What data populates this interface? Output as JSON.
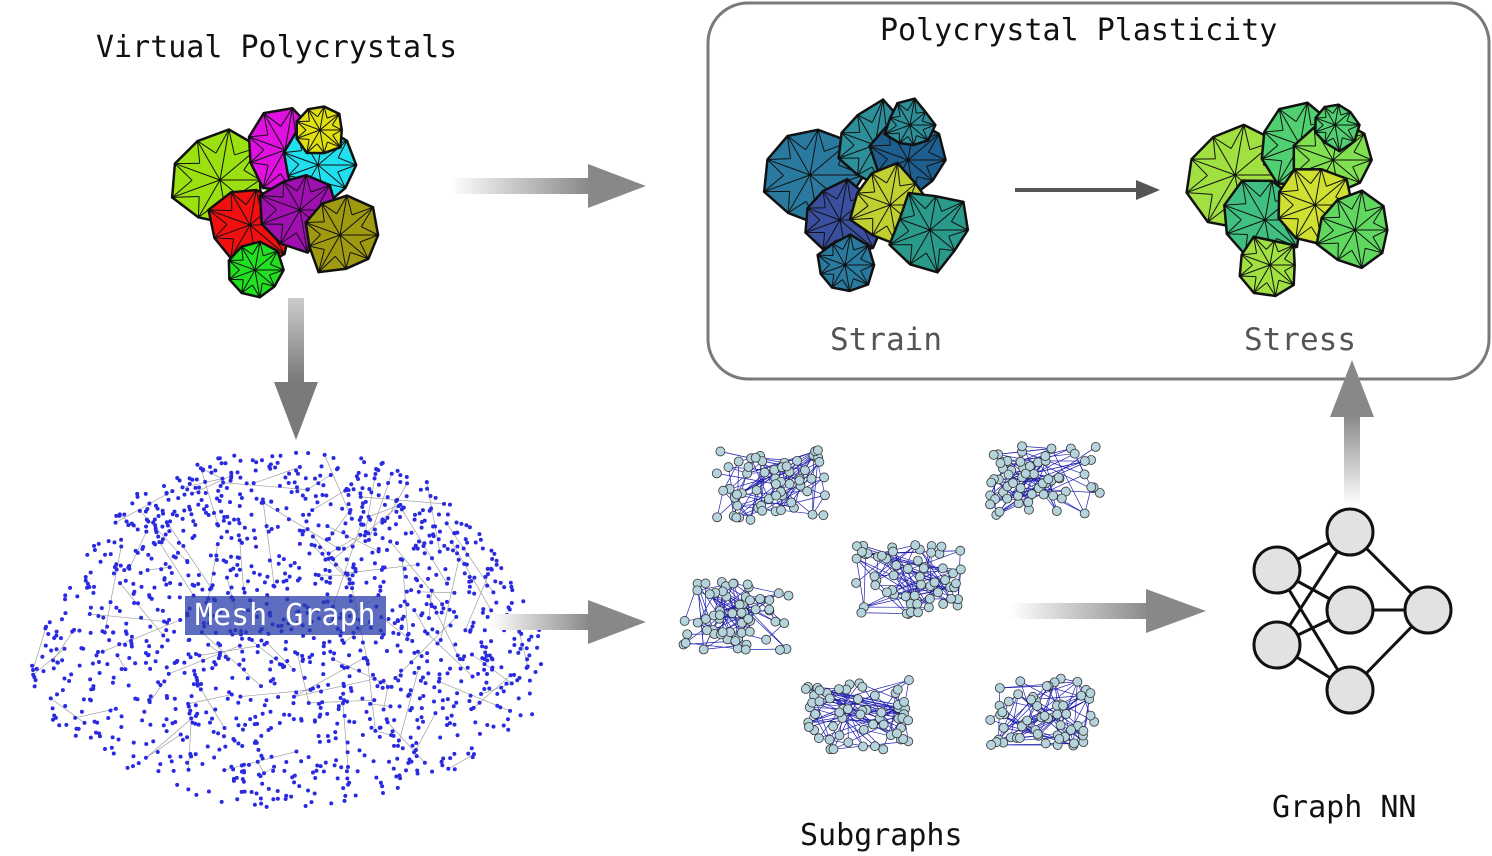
{
  "labels": {
    "virtual_polycrystals": "Virtual Polycrystals",
    "polycrystal_plasticity": "Polycrystal Plasticity",
    "strain": "Strain",
    "stress": "Stress",
    "mesh_graph": "Mesh Graph",
    "subgraphs": "Subgraphs",
    "graph_nn": "Graph NN"
  },
  "colors": {
    "mesh_node": "#2a2ae0",
    "mesh_edge": "#a0a0a0",
    "subgraph_node": "#b5d3dc",
    "subgraph_edge": "#2020b0",
    "nn_node": "#e2e2e2",
    "box_border": "#7a7a7a"
  },
  "grain_colors": [
    "#9be010",
    "#e010e0",
    "#20e0f0",
    "#f01010",
    "#a010b0",
    "#a09a10",
    "#20e020",
    "#e0e010"
  ],
  "strain_colors": [
    "#2a7aa0",
    "#2c8f9a",
    "#1f5f90",
    "#3a4fa0",
    "#c0d030",
    "#2a9a8a"
  ],
  "stress_colors": [
    "#a0e040",
    "#50d070",
    "#80e050",
    "#40c080",
    "#d0e030",
    "#60d860"
  ]
}
